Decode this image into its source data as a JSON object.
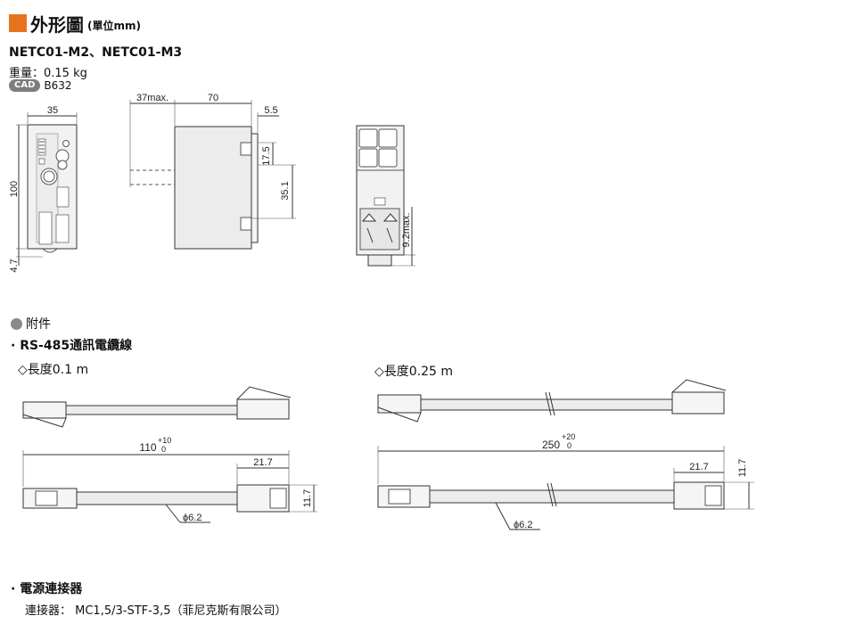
{
  "header": {
    "title": "外形圖",
    "title_unit": "(單位mm)",
    "models": "NETC01-M2、NETC01-M3",
    "weight": "重量：0.15 kg",
    "cad_badge": "CAD",
    "cad_code": "B632"
  },
  "main_drawing": {
    "dim_width": "35",
    "dim_height": "100",
    "dim_bottom": "4.7",
    "dim_37max": "37max.",
    "dim_70": "70",
    "dim_5_5": "5.5",
    "dim_17_5": "17.5",
    "dim_35_1": "35.1",
    "dim_9_2max": "9.2max."
  },
  "accessories": {
    "heading": "附件",
    "cable_heading": "· RS-485通訊電纜線",
    "cable_short": {
      "length_label": "◇長度0.1 m",
      "dim_length": "110",
      "tol_plus": "+10",
      "tol_zero": "0",
      "dim_21_7": "21.7",
      "dim_11_7": "11.7",
      "dim_phi": "ϕ6.2"
    },
    "cable_long": {
      "length_label": "◇長度0.25 m",
      "dim_length": "250",
      "tol_plus": "+20",
      "tol_zero": "0",
      "dim_21_7": "21.7",
      "dim_11_7": "11.7",
      "dim_phi": "ϕ6.2"
    },
    "power_heading": "· 電源連接器",
    "connector_text": "連接器： MC1,5/3-STF-3,5（菲尼克斯有限公司）"
  }
}
